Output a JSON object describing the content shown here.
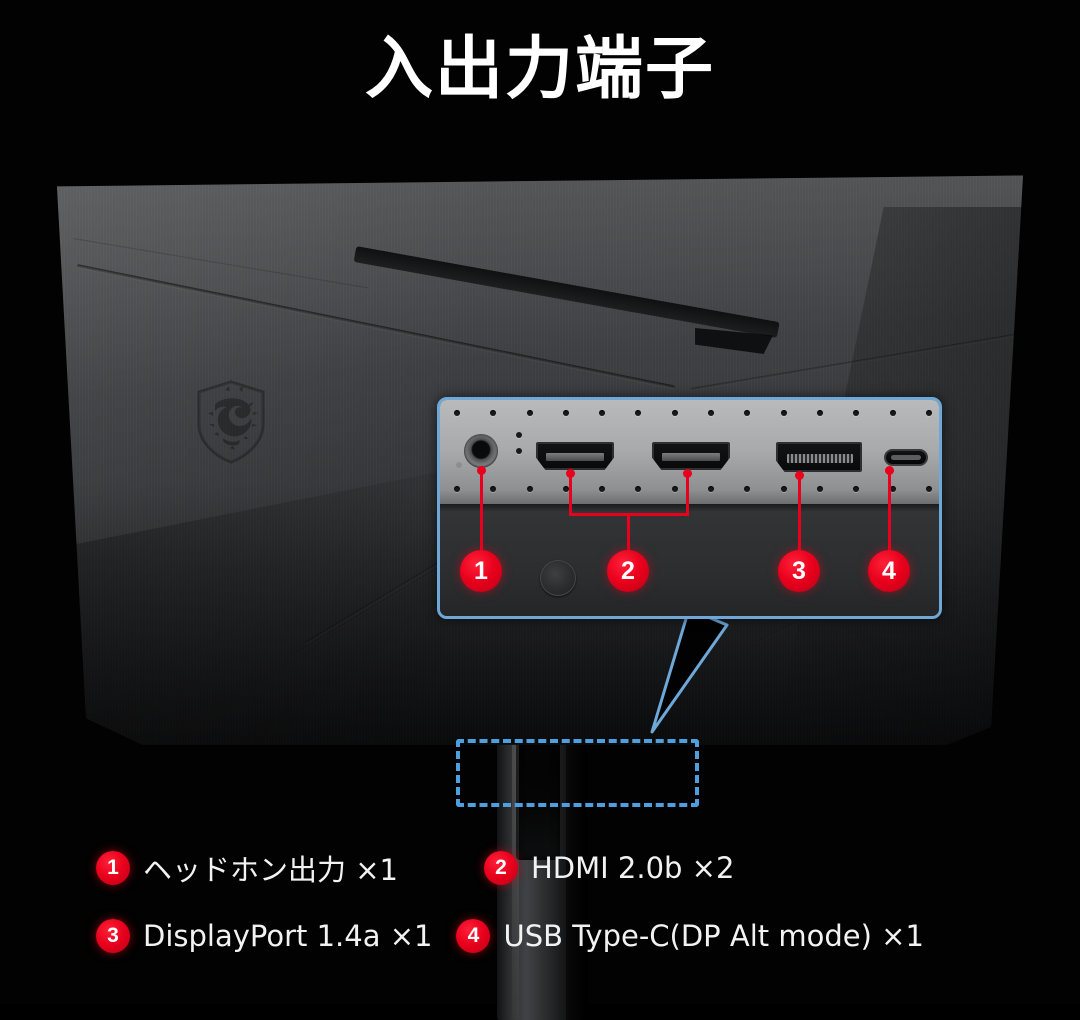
{
  "page": {
    "title": "入出力端子",
    "background_color": "#020202"
  },
  "colors": {
    "accent_red": "#e8001c",
    "callout_border_blue": "#6da8d8",
    "locator_dashed_blue": "#4d9fe0",
    "text_white": "#f2f2f2",
    "panel_gray": "#3c3d40",
    "io_plate_gray": "#a9aaac"
  },
  "product": {
    "brand_logo": "msi-dragon-shield-logo",
    "device": "gaming-monitor-rear-view",
    "led_indicator_color": "#d20010"
  },
  "callout": {
    "label": "io-port-zoom-callout",
    "ports": [
      {
        "number": "1",
        "type": "headphone-jack"
      },
      {
        "number": "2",
        "type": "hdmi-port"
      },
      {
        "number": "2",
        "type": "hdmi-port"
      },
      {
        "number": "3",
        "type": "displayport"
      },
      {
        "number": "4",
        "type": "usb-type-c-port"
      }
    ],
    "badges": [
      "1",
      "2",
      "3",
      "4"
    ],
    "joystick": "osd-joystick-button",
    "vent_hole_count_per_row": 14
  },
  "legend": {
    "items": [
      {
        "number": "1",
        "label": "ヘッドホン出力 ×1"
      },
      {
        "number": "2",
        "label": "HDMI 2.0b ×2"
      },
      {
        "number": "3",
        "label": "DisplayPort 1.4a ×1"
      },
      {
        "number": "4",
        "label": "USB Type-C(DP Alt mode) ×1"
      }
    ]
  }
}
